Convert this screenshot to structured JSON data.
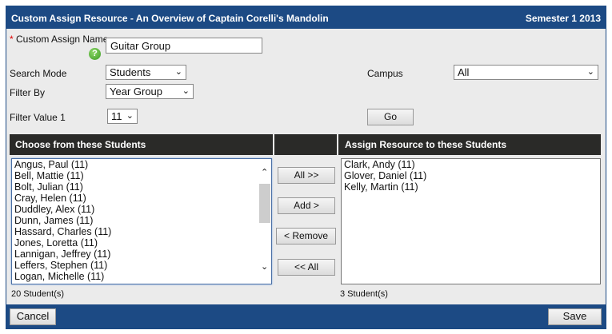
{
  "header": {
    "title": "Custom Assign Resource - An Overview of Captain Corelli's Mandolin",
    "semester": "Semester 1 2013"
  },
  "form": {
    "required_mark": "*",
    "name_label": "Custom Assign Name",
    "name_value": "Guitar Group",
    "help_icon": "?",
    "search_mode_label": "Search Mode",
    "search_mode_value": "Students",
    "campus_label": "Campus",
    "campus_value": "All",
    "filter_by_label": "Filter By",
    "filter_by_value": "Year Group",
    "filter_value_label": "Filter Value 1",
    "filter_value": "11",
    "go_label": "Go"
  },
  "available": {
    "header": "Choose from these Students",
    "count": "20 Student(s)",
    "items": [
      "Angus, Paul (11)",
      "Bell, Mattie (11)",
      "Bolt, Julian (11)",
      "Cray, Helen (11)",
      "Duddley, Alex (11)",
      "Dunn, James (11)",
      "Hassard, Charles (11)",
      "Jones, Loretta (11)",
      "Lannigan, Jeffrey (11)",
      "Leffers, Stephen (11)",
      "Logan, Michelle (11)"
    ]
  },
  "actions": {
    "all_add": "All >>",
    "add": "Add >",
    "remove": "< Remove",
    "all_remove": "<< All"
  },
  "assigned": {
    "header": "Assign Resource to these Students",
    "count": "3 Student(s)",
    "items": [
      "Clark, Andy (11)",
      "Glover, Daniel (11)",
      "Kelly, Martin (11)"
    ]
  },
  "footer": {
    "cancel": "Cancel",
    "save": "Save"
  }
}
